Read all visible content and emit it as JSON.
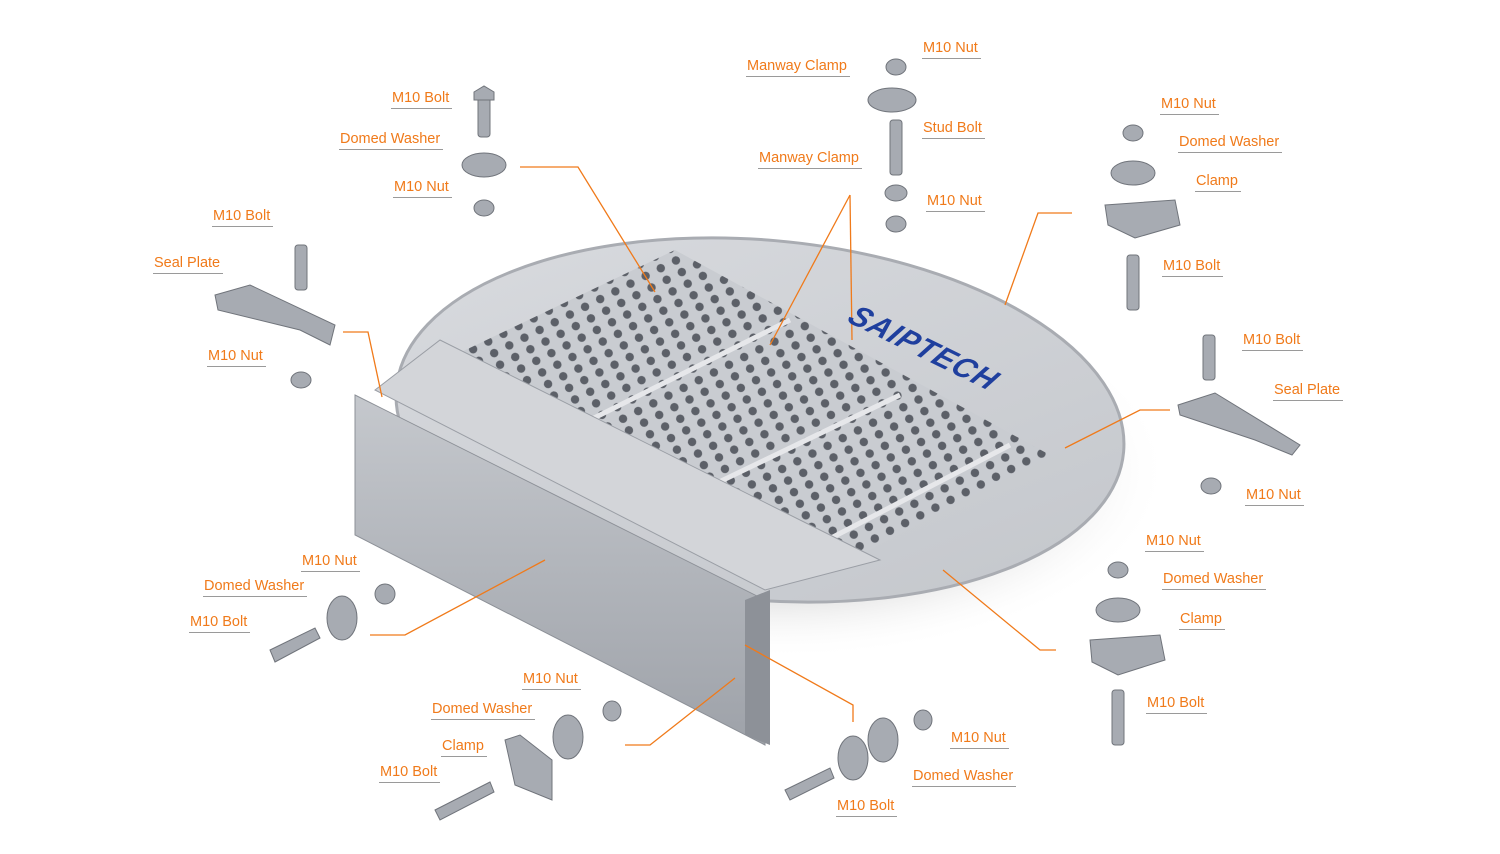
{
  "brand": {
    "logo_text": "SAIPTECH"
  },
  "colors": {
    "label": "#f07a1a",
    "leader": "#f07a1a",
    "logo": "#1f3f9e",
    "metal": "#b9bcc2"
  },
  "labels": [
    "M10 Bolt",
    "Domed Washer",
    "M10 Nut",
    "M10 Bolt",
    "Seal Plate",
    "M10 Nut",
    "Manway Clamp",
    "M10 Nut",
    "Stud Bolt",
    "Manway Clamp",
    "M10 Nut",
    "M10 Nut",
    "Domed Washer",
    "Clamp",
    "M10 Bolt",
    "M10 Bolt",
    "Seal Plate",
    "M10 Nut",
    "M10 Nut",
    "Domed Washer",
    "Clamp",
    "M10 Bolt",
    "M10 Nut",
    "Domed Washer",
    "M10 Bolt",
    "M10 Nut",
    "Domed Washer",
    "Clamp",
    "M10 Bolt",
    "M10 Nut",
    "Domed Washer",
    "M10 Bolt"
  ]
}
